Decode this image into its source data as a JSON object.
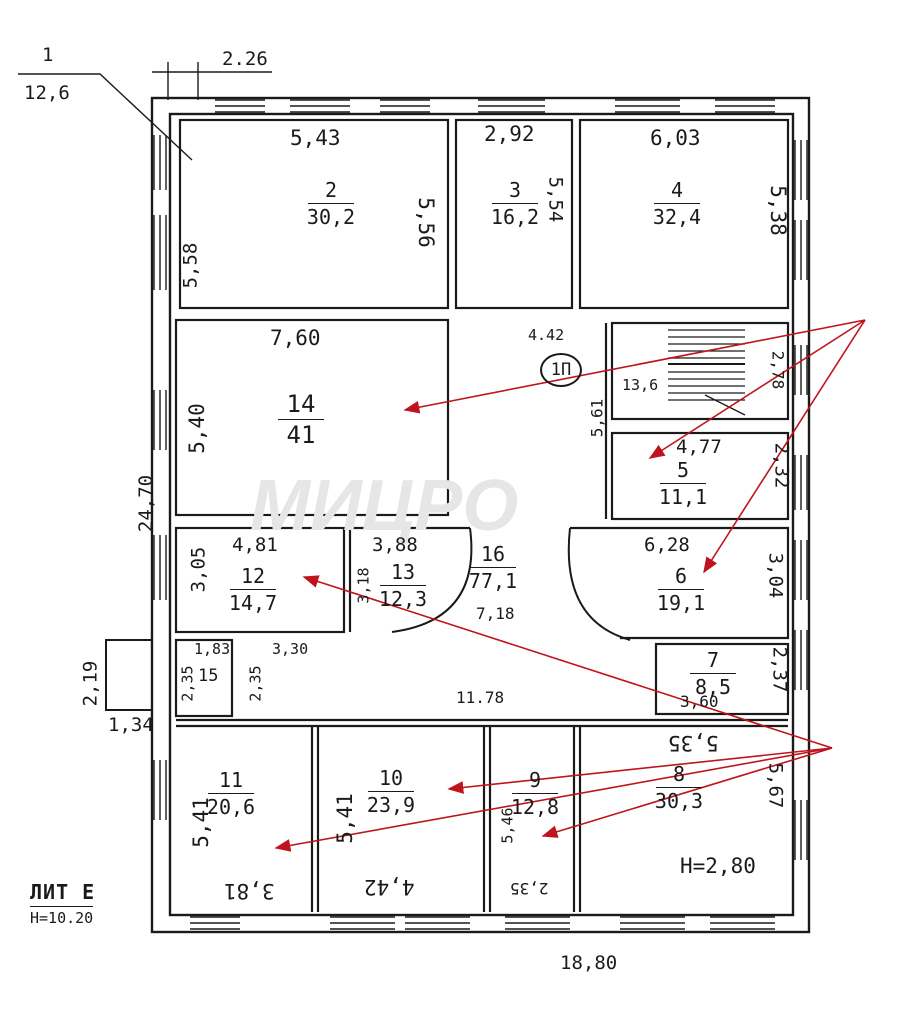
{
  "plan": {
    "litera": "ЛИТ Е",
    "building_height": "H=10.20",
    "floor_height": "H=2,80",
    "stair_mark": "1П",
    "callout_1": {
      "num": "1",
      "area": "12,6"
    },
    "watermark": "МИЦРО",
    "dimensions": {
      "top_small": "2.26",
      "left_total": "24,70",
      "bottom_total": "18,80",
      "entrance_w": "2,19",
      "entrance_d": "1,34",
      "corr_len": "11.78",
      "corr_w": "7,18",
      "d_443": "4.42",
      "d_5_58": "5,58",
      "d_543": "5,43",
      "d_5_56": "5,56",
      "d_292": "2,92",
      "d_5_54": "5,54",
      "d_603": "6,03",
      "d_5_38": "5,38",
      "d_760": "7,60",
      "d_5_40": "5,40",
      "d_5_61": "5,61",
      "d_2_78": "2,78",
      "d_477": "4,77",
      "d_2_32": "2,32",
      "d_481": "4,81",
      "d_3_05": "3,05",
      "d_388": "3,88",
      "d_3_18": "3,18",
      "d_628": "6,28",
      "d_3_04": "3,04",
      "d_183": "1,83",
      "d_2_35a": "2,35",
      "d_2_35b": "2,35",
      "d_330": "3,30",
      "d_2_37": "2,37",
      "d_360": "3,60",
      "d_535": "5,35",
      "d_5_67": "5,67",
      "d_5_41a": "5,41",
      "d_5_41b": "5,41",
      "d_5_46": "5,46",
      "d_381": "3,81",
      "d_442": "4,42",
      "d_235c": "2,35"
    },
    "rooms": [
      {
        "num": "2",
        "area": "30,2"
      },
      {
        "num": "3",
        "area": "16,2"
      },
      {
        "num": "4",
        "area": "32,4"
      },
      {
        "num": "14",
        "area": "41"
      },
      {
        "num": "",
        "area": "13,6"
      },
      {
        "num": "5",
        "area": "11,1"
      },
      {
        "num": "12",
        "area": "14,7"
      },
      {
        "num": "13",
        "area": "12,3"
      },
      {
        "num": "16",
        "area": "77,1"
      },
      {
        "num": "6",
        "area": "19,1"
      },
      {
        "num": "15",
        "area": ""
      },
      {
        "num": "7",
        "area": "8,5"
      },
      {
        "num": "11",
        "area": "20,6"
      },
      {
        "num": "10",
        "area": "23,9"
      },
      {
        "num": "9",
        "area": "12,8"
      },
      {
        "num": "8",
        "area": "30,3"
      }
    ],
    "colors": {
      "ink": "#1a1a1a",
      "arrows": "#c0141c"
    }
  }
}
